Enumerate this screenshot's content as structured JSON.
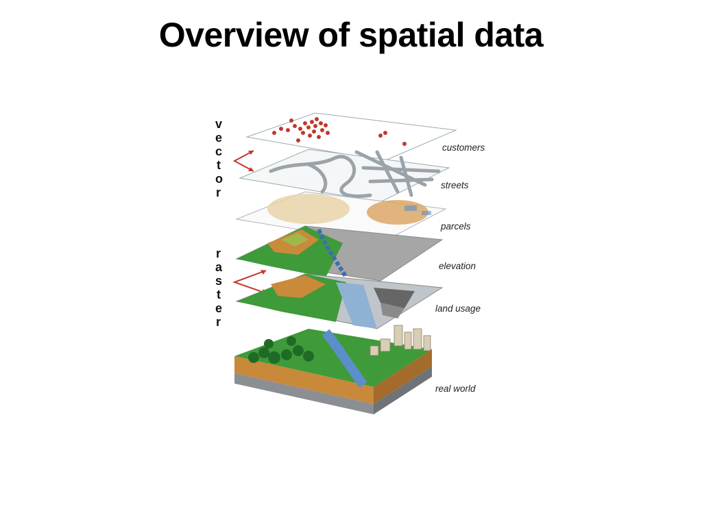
{
  "title": "Overview of spatial data",
  "side_labels": {
    "vector": [
      "v",
      "e",
      "c",
      "t",
      "o",
      "r"
    ],
    "raster": [
      "r",
      "a",
      "s",
      "t",
      "e",
      "r"
    ]
  },
  "layers": [
    {
      "id": "customers",
      "label": "customers"
    },
    {
      "id": "streets",
      "label": "streets"
    },
    {
      "id": "parcels",
      "label": "parcels"
    },
    {
      "id": "elevation",
      "label": "elevation"
    },
    {
      "id": "land-usage",
      "label": "land usage"
    },
    {
      "id": "real-world",
      "label": "real world"
    }
  ],
  "colors": {
    "arrow": "#c0392b",
    "customer_dot": "#c0392b",
    "street": "#9aa3a8",
    "grass": "#3f9a3a",
    "dark_grass": "#2d7a2c",
    "terrain": "#c98a3a",
    "water": "#5b8fc9",
    "sand": "#e8d3a8",
    "gray_zone": "#8a8a8a",
    "soil": "#c8893a",
    "rock": "#8b8f94"
  }
}
